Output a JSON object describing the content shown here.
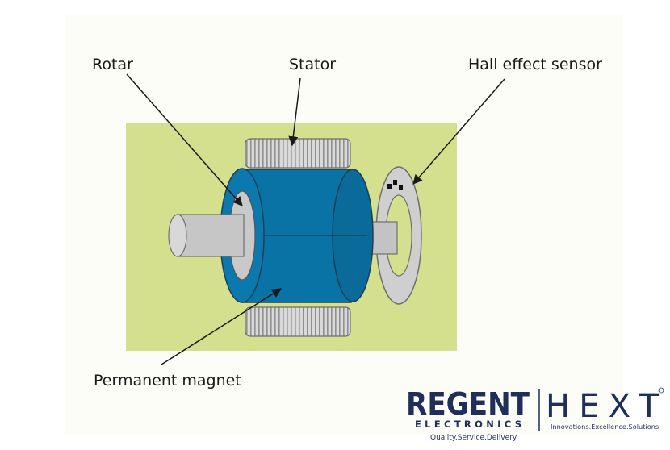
{
  "labels": {
    "rotor": "Rotar",
    "stator": "Stator",
    "hall_sensor": "Hall effect sensor",
    "magnet": "Permanent magnet"
  },
  "logos": {
    "regent_name": "REGENT",
    "regent_sub": "ELECTRONICS",
    "regent_tagline": "Quality.Service.Delivery",
    "hext_name": "HEXT",
    "hext_tagline": "Innovations.Excellence.Solutions"
  },
  "colors": {
    "background_panel": "#d5e08e",
    "magnet_blue": "#0a73a6",
    "steel_grey": "#c8c8c8",
    "logo_navy": "#1f2f5a"
  }
}
